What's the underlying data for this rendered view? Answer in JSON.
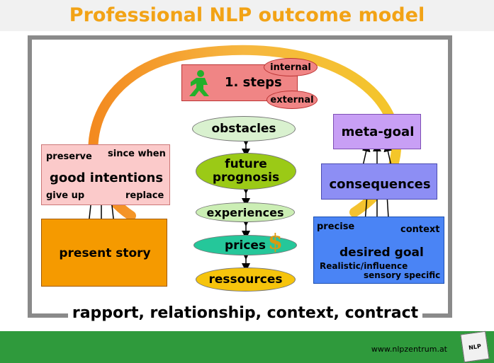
{
  "title": "Professional NLP outcome model",
  "steps": {
    "label": "1. steps",
    "internal": "internal",
    "external": "external"
  },
  "center": [
    "obstacles",
    "future prognosis",
    "experiences",
    "prices",
    "ressources"
  ],
  "left": {
    "good_intentions": "good intentions",
    "preserve": "preserve",
    "since_when": "since when",
    "give_up": "give up",
    "replace": "replace",
    "present_story": "present story"
  },
  "right": {
    "meta_goal": "meta-goal",
    "consequences": "consequences",
    "precise": "precise",
    "context": "context",
    "desired_goal": "desired goal",
    "realistic": "Realistic/influence",
    "sensory": "sensory specific"
  },
  "bottom": "rapport, relationship, context, contract",
  "footer_url": "www.nlpzentrum.at",
  "logo_text": "NLP",
  "colors": {
    "title": "#f2a316",
    "footer": "#2f9a3c",
    "arc": "#f4a020"
  }
}
